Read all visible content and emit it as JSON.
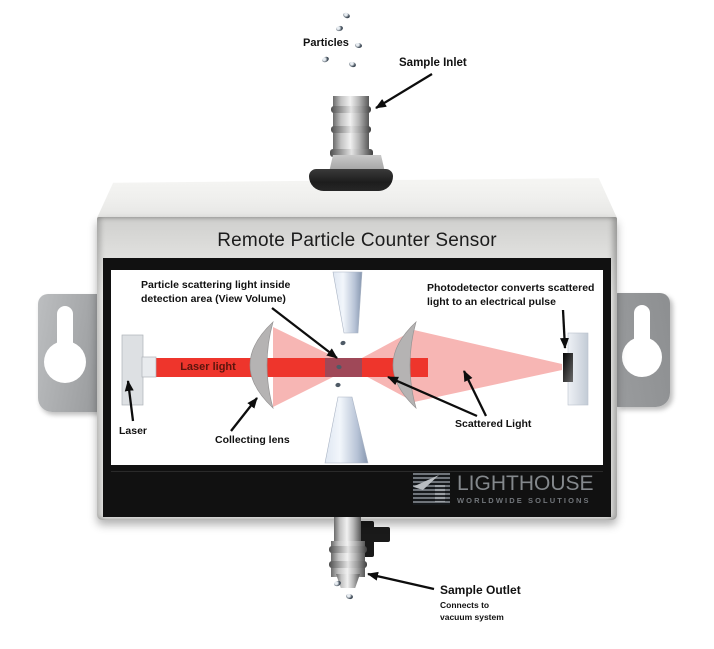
{
  "title": "Remote Particle Counter Sensor",
  "top": {
    "particles_label": "Particles",
    "inlet_label": "Sample Inlet"
  },
  "diagram": {
    "scatter_line1": "Particle scattering light inside",
    "scatter_line2": "detection area (View Volume)",
    "photodetector_line1": "Photodetector converts scattered",
    "photodetector_line2": "light to an electrical pulse",
    "laser_beam_label": "Laser light",
    "laser_label": "Laser",
    "collecting_lens_label": "Collecting lens",
    "scattered_light_label": "Scattered Light"
  },
  "logo": {
    "name": "LIGHTHOUSE",
    "tagline": "WORLDWIDE SOLUTIONS"
  },
  "bottom": {
    "outlet_label": "Sample Outlet",
    "outlet_sub1": "Connects to",
    "outlet_sub2": "vacuum system"
  },
  "colors": {
    "laser_red": "#ee352c",
    "scattered_pink": "#f7b6b4",
    "detection_purple": "#6d5475",
    "device_silver": "#e4e4e2",
    "panel_black": "#111111",
    "logo_gray": "#84888c",
    "beam_label_maroon": "#5c150d"
  }
}
